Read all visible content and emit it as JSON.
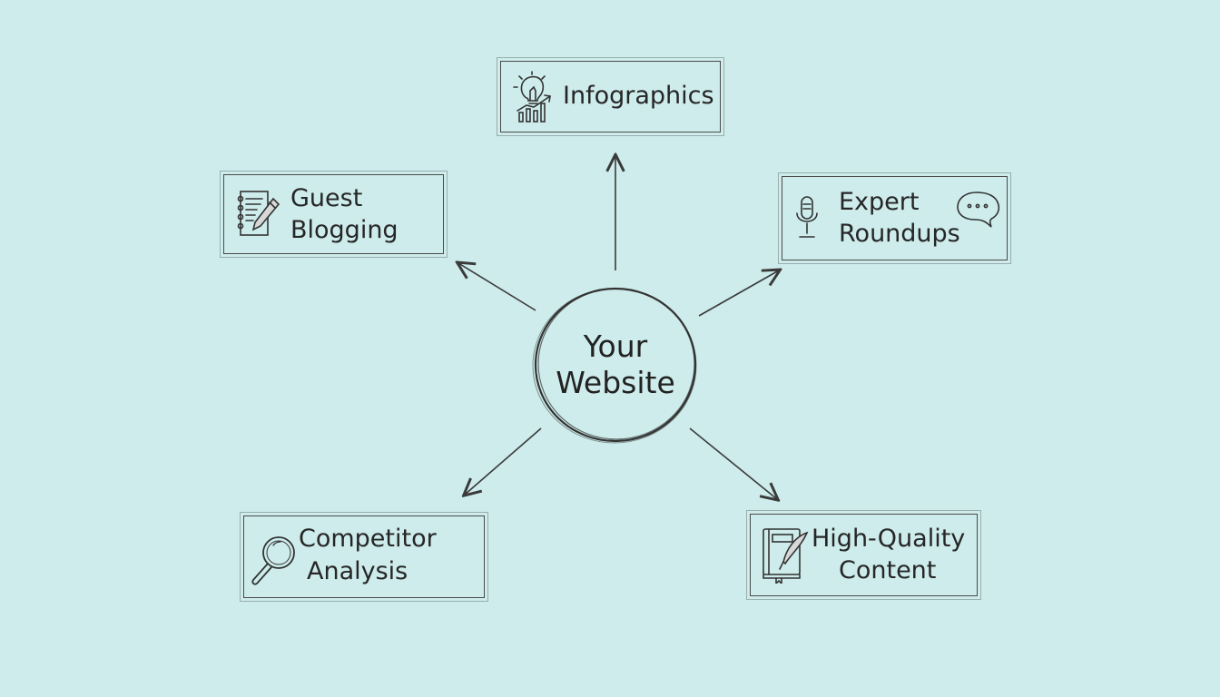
{
  "center": {
    "line1": "Your",
    "line2": "Website"
  },
  "nodes": {
    "infographics": {
      "label": "Infographics",
      "icon": "lightbulb-growth-icon"
    },
    "guest_blogging": {
      "line1": "Guest",
      "line2": "Blogging",
      "icon": "notepad-pencil-icon"
    },
    "expert_roundups": {
      "line1": "Expert",
      "line2": "Roundups",
      "icon": "microphone-icon",
      "icon2": "speech-bubble-icon"
    },
    "competitor_analysis": {
      "line1": "Competitor",
      "line2": "Analysis",
      "icon": "magnifier-icon"
    },
    "high_quality_content": {
      "line1": "High-Quality",
      "line2": "Content",
      "icon": "book-quill-icon"
    }
  },
  "colors": {
    "background": "#cdeceb",
    "ink": "#2b2b2b"
  }
}
